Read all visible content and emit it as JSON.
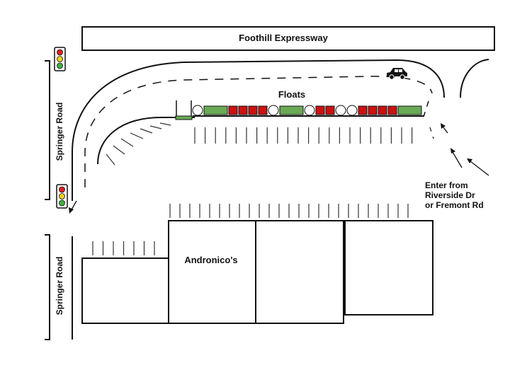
{
  "labels": {
    "highway": "Foothill Expressway",
    "road_top": "Springer Road",
    "road_bottom": "Springer Road",
    "floats": "Floats",
    "store": "Andronico's",
    "enter_line1": "Enter from",
    "enter_line2": "Riverside Dr",
    "enter_line3": "or Fremont Rd"
  },
  "floats_sequence": [
    "white",
    "green",
    "red",
    "red",
    "red",
    "red",
    "white",
    "green",
    "white",
    "red",
    "red",
    "white",
    "white",
    "red",
    "red",
    "red",
    "red",
    "green"
  ],
  "colors": {
    "float_red": "#cc1111",
    "float_green": "#6aaa55",
    "float_white": "#ffffff",
    "signal_red": "#e02020",
    "signal_yellow": "#f0d020",
    "signal_green": "#40b040",
    "line": "#111111"
  },
  "icons": {
    "car": "car-icon",
    "traffic_light": "traffic-light-icon",
    "direction_arrow": "arrow-icon"
  }
}
